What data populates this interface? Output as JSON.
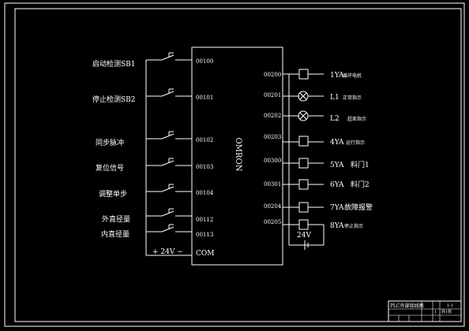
{
  "plc": {
    "model_label": "OMRON",
    "inputs": [
      {
        "label": "启动检测SB1",
        "addr": "00100"
      },
      {
        "label": "停止检测SB2",
        "addr": "00101"
      },
      {
        "label": "同步脉冲",
        "addr": "00102"
      },
      {
        "label": "复位信号",
        "addr": "00103"
      },
      {
        "label": "调整单步",
        "addr": "00104"
      },
      {
        "label": "外直径量",
        "addr": "00112"
      },
      {
        "label": "内直径量",
        "addr": "00113"
      }
    ],
    "com_label": "COM",
    "supply_label": "+ 24V −",
    "outputs": [
      {
        "addr": "00200",
        "device": "1YA",
        "desc": "循环电机",
        "kind": "coil"
      },
      {
        "addr": "00201",
        "device": "L1",
        "desc": "正常指示",
        "kind": "lamp"
      },
      {
        "addr": "00202",
        "device": "L2",
        "desc": "超差指示",
        "kind": "lamp"
      },
      {
        "addr": "00203",
        "device": "4YA",
        "desc": "运行指示",
        "kind": "coil"
      },
      {
        "addr": "00300",
        "device": "5YA",
        "desc": "料门1",
        "kind": "coil"
      },
      {
        "addr": "00301",
        "device": "6YA",
        "desc": "料门2",
        "kind": "coil"
      },
      {
        "addr": "00204",
        "device": "7YA",
        "desc": "故障报警",
        "kind": "coil"
      },
      {
        "addr": "00205",
        "device": "8YA",
        "desc": "停止指示",
        "kind": "coil"
      }
    ],
    "output_supply_label": "24V"
  },
  "title_block": {
    "drawing_name": "PLC外部接线图",
    "sheet": "1",
    "scale": "1:1",
    "extra": "共1张"
  },
  "colors": {
    "background": "#000000",
    "line": "#ffffff"
  }
}
